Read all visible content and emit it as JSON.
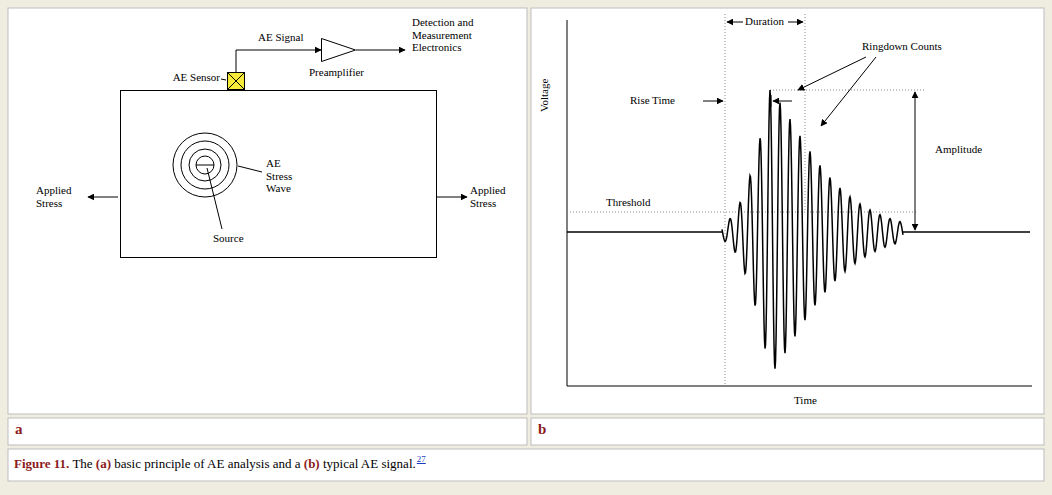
{
  "diagram": {
    "caption": "Figure 11. The (a) basic principle of AE analysis and a (b) typical AE signal.",
    "nodes": [
      {
        "text": [
          "AE Stress Wave",
          "Source"
        ]
      },
      {
        "text": [
          "AE Sensor"
        ]
      },
      {
        "text": [
          "Preamplifier"
        ]
      }
    ],
    "edges": [
      {
        "from": 1,
        "to": 2,
        "arrow": "to",
        "label": "AE Signal"
      }
    ],
    "labels": [
      "Applied Stress",
      "Applied Stress",
      "Detection and Measurement Electronics",
      "Duration",
      "Rise Time",
      "Ringdown Counts",
      "Threshold",
      "Amplitude",
      "Voltage",
      "Time",
      "a",
      "b",
      "27"
    ]
  }
}
